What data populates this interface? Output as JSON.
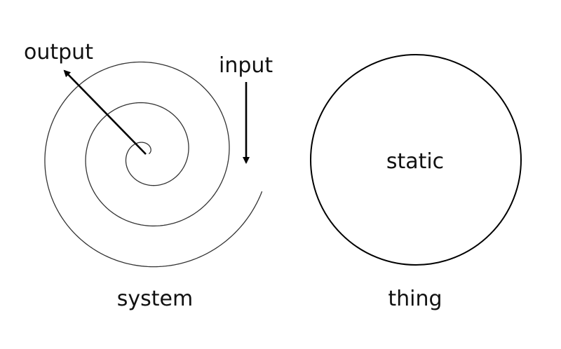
{
  "diagram": {
    "labels": {
      "output": "output",
      "input": "input",
      "static": "static",
      "system": "system",
      "thing": "thing"
    }
  }
}
